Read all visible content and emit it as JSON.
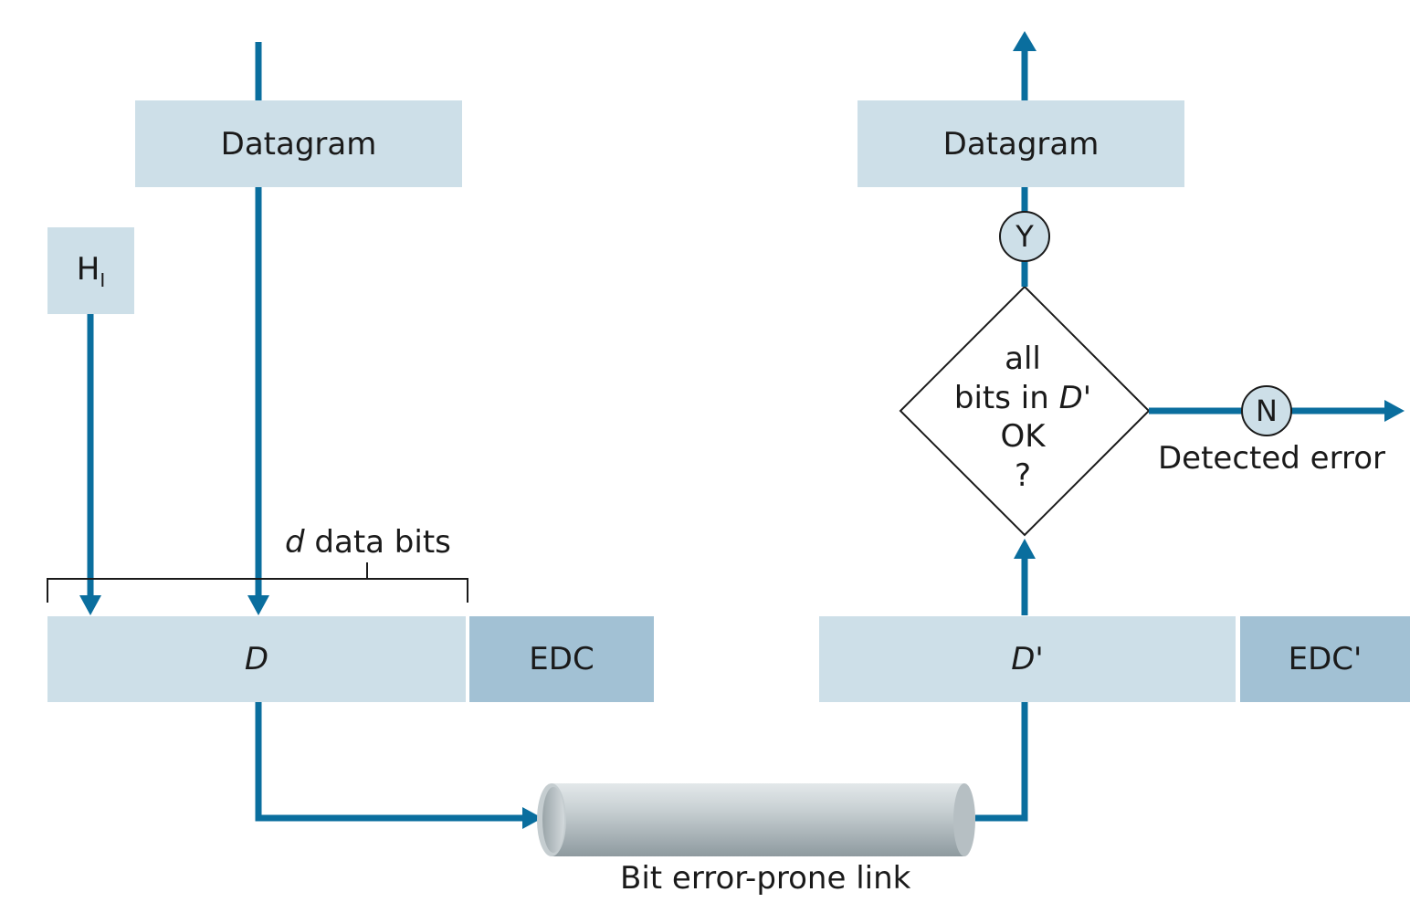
{
  "sender": {
    "datagram_label": "Datagram",
    "header_label": "H",
    "header_subscript": "I",
    "d_label": "D",
    "edc_label": "EDC",
    "bracket_label_var": "d",
    "bracket_label_rest": " data bits"
  },
  "link": {
    "label": "Bit error-prone link"
  },
  "receiver": {
    "datagram_label": "Datagram",
    "d_label": "D",
    "d_prime": "'",
    "edc_label": "EDC'",
    "decision_line1": "all",
    "decision_line2_pre": "bits in ",
    "decision_line2_var": "D",
    "decision_line2_post": "'",
    "decision_line3": "OK",
    "decision_line4": "?",
    "yes_label": "Y",
    "no_label": "N",
    "error_label": "Detected error"
  },
  "colors": {
    "arrow": "#0a6e9e",
    "box_light": "#cddfe8",
    "box_dark": "#a2c1d4",
    "pipe": "#b9c2c6"
  }
}
